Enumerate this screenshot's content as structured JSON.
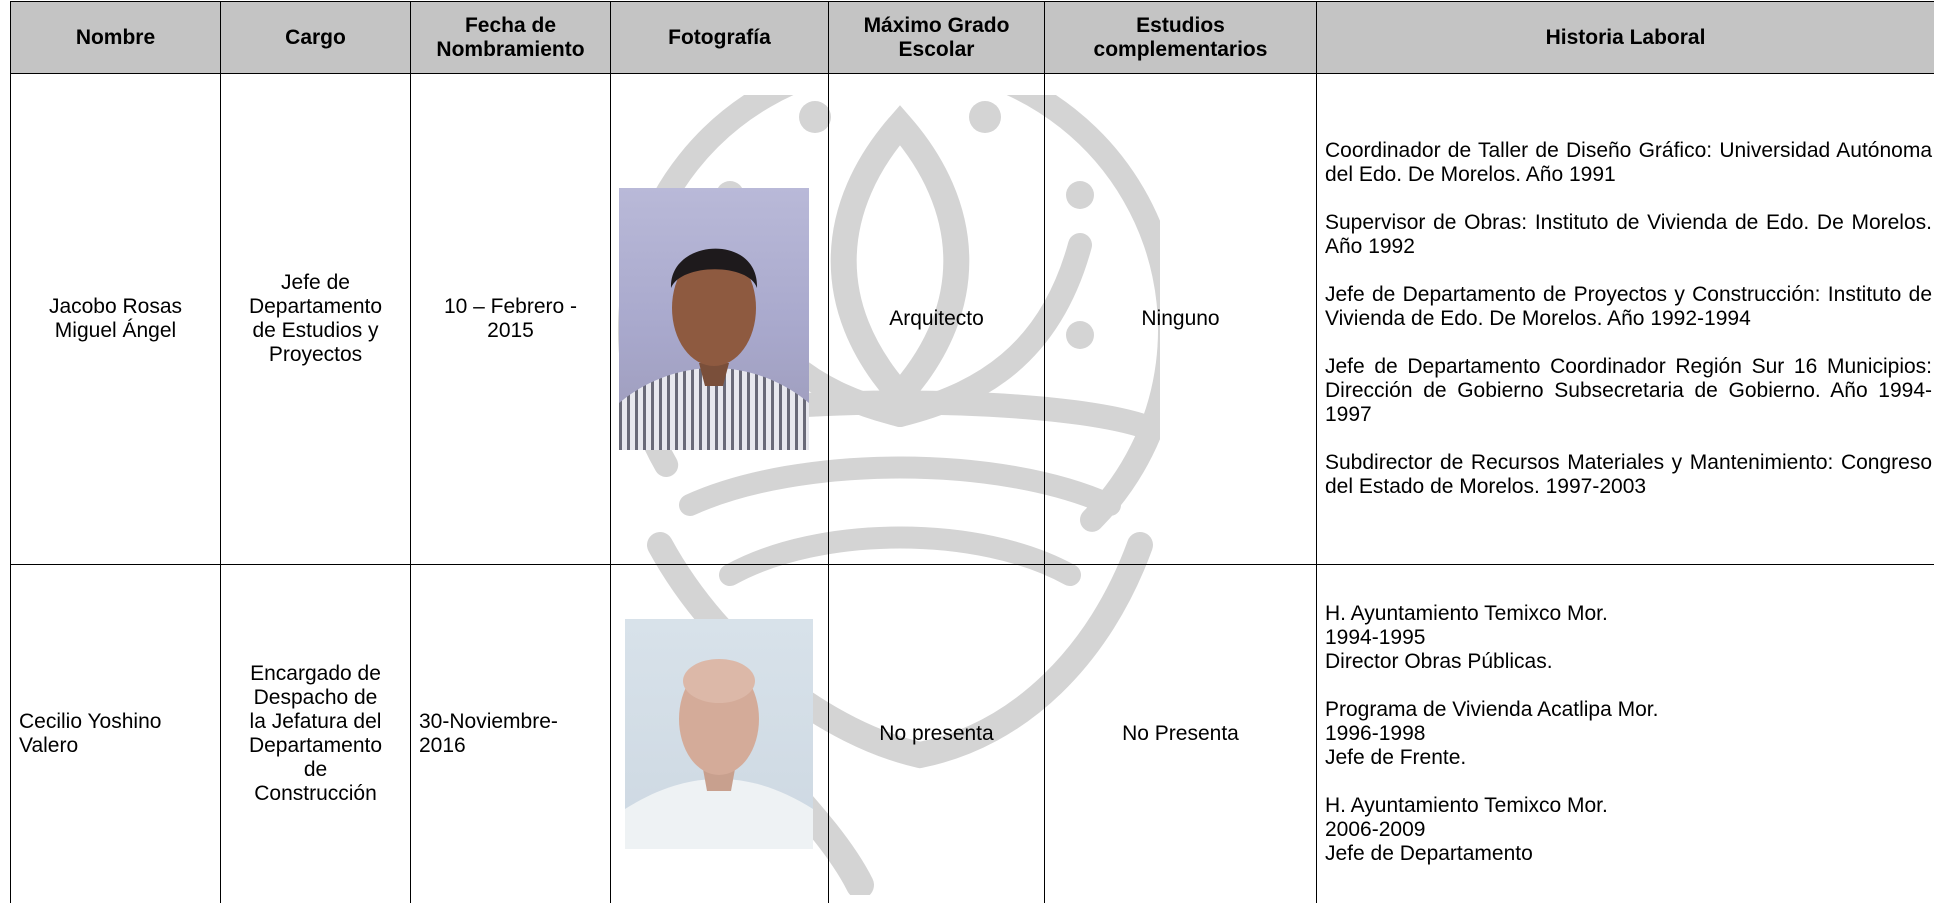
{
  "table": {
    "headers": {
      "nombre": "Nombre",
      "cargo": "Cargo",
      "fecha_l1": "Fecha de",
      "fecha_l2": "Nombramiento",
      "fotografia": "Fotografía",
      "grado_l1": "Máximo Grado",
      "grado_l2": "Escolar",
      "estudios_l1": "Estudios",
      "estudios_l2": "complementarios",
      "historia": "Historia Laboral"
    },
    "rows": [
      {
        "nombre_l1": "Jacobo Rosas",
        "nombre_l2": "Miguel Ángel",
        "cargo_lines": [
          "Jefe de",
          "Departamento",
          "de Estudios y",
          "Proyectos"
        ],
        "fecha_l1": "10 – Febrero -",
        "fecha_l2": "2015",
        "grado": "Arquitecto",
        "estudios": "Ninguno",
        "historia": [
          "Coordinador de Taller de Diseño Gráfico: Universidad Autónoma del Edo. De Morelos. Año 1991",
          "Supervisor de Obras: Instituto de Vivienda de Edo. De Morelos. Año 1992",
          "Jefe de Departamento de Proyectos y Construcción: Instituto de Vivienda de Edo. De Morelos. Año 1992-1994",
          "Jefe de Departamento Coordinador Región Sur 16 Municipios: Dirección de Gobierno Subsecretaria de Gobierno. Año 1994-1997",
          "Subdirector de Recursos Materiales y Mantenimiento: Congreso del Estado de Morelos. 1997-2003"
        ]
      },
      {
        "nombre_l1": "Cecilio Yoshino",
        "nombre_l2": "Valero",
        "cargo_lines": [
          "Encargado de",
          "Despacho de",
          "la Jefatura del",
          "Departamento",
          "de",
          "Construcción"
        ],
        "fecha_l1": "30-Noviembre-",
        "fecha_l2": "2016",
        "grado": "No presenta",
        "estudios": "No Presenta",
        "historia_blocks": [
          [
            "H. Ayuntamiento Temixco Mor.",
            "1994-1995",
            "Director Obras Públicas."
          ],
          [
            "Programa de Vivienda Acatlipa Mor.",
            "1996-1998",
            "Jefe de Frente."
          ],
          [
            "H. Ayuntamiento Temixco Mor.",
            "2006-2009",
            "Jefe de Departamento"
          ]
        ]
      }
    ]
  },
  "colors": {
    "header_bg": "#c4c4c4",
    "border": "#000000",
    "watermark": "#d3d3d3"
  },
  "icons": {
    "watermark": "lotus-hands-emblem-icon",
    "photo_row1": "portrait-photo",
    "photo_row2": "portrait-photo"
  }
}
